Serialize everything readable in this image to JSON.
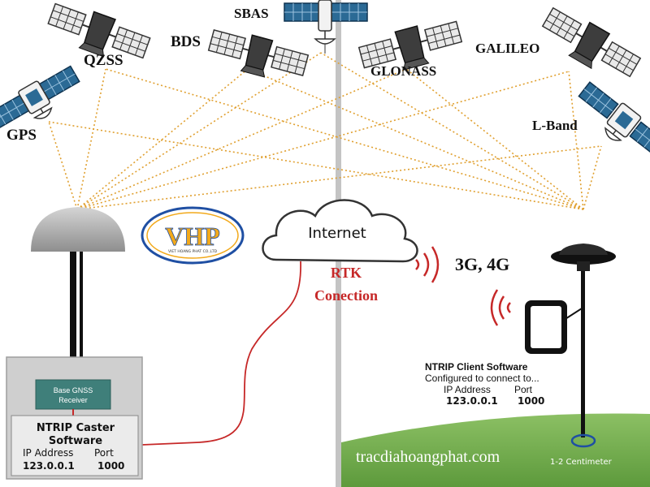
{
  "satellites": {
    "gps": "GPS",
    "qzss": "QZSS",
    "bds": "BDS",
    "sbas": "SBAS",
    "glonass": "GLONASS",
    "galileo": "GALILEO",
    "lband": "L-Band"
  },
  "cloud": {
    "label": "Internet"
  },
  "rtk": {
    "line1": "RTK",
    "line2": "Conection"
  },
  "network": {
    "label": "3G, 4G"
  },
  "logo": {
    "text": "VHP",
    "subtext": "VIET HOANG PHAT CO.,LTD"
  },
  "base": {
    "receiver_line1": "Base GNSS",
    "receiver_line2": "Receiver",
    "caster_title1": "NTRIP Caster",
    "caster_title2": "Software",
    "ip_header": "IP Address",
    "port_header": "Port",
    "ip_value": "123.0.0.1",
    "port_value": "1000"
  },
  "rover": {
    "client_title": "NTRIP Client Software",
    "client_sub": "Configured to connect to...",
    "ip_header": "IP Address",
    "port_header": "Port",
    "ip_value": "123.0.0.1",
    "port_value": "1000",
    "accuracy": "1-2 Centimeter"
  },
  "website": "tracdiahoangphat.com",
  "colors": {
    "signal": "#e0a030",
    "rtk": "#c62828",
    "grass": "#6ea84a",
    "divider": "#bdbdbd"
  }
}
